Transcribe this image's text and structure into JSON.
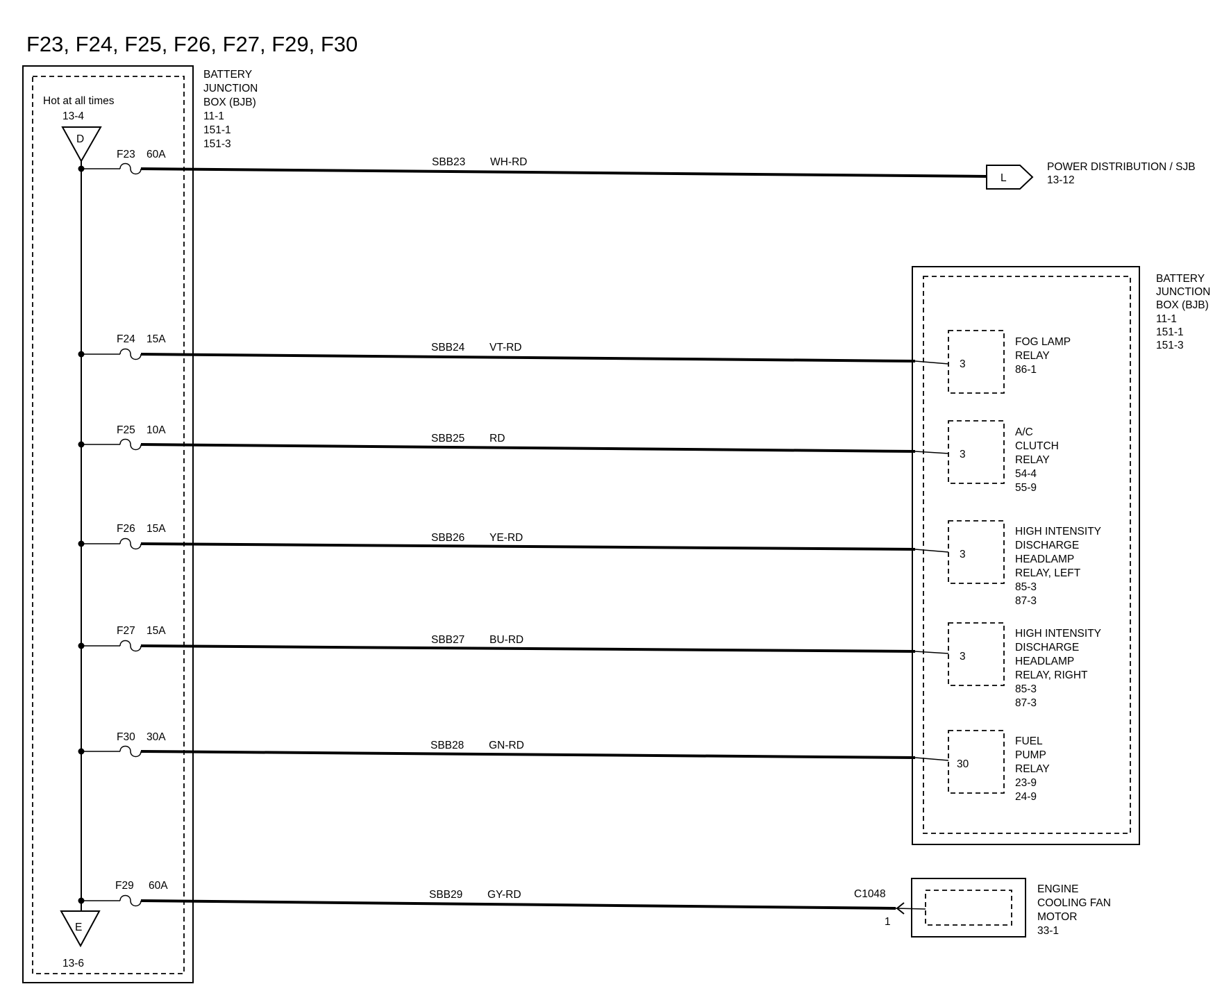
{
  "title": "F23, F24, F25, F26, F27, F29, F30",
  "left_box": {
    "name_lines": [
      "BATTERY",
      "JUNCTION",
      "BOX (BJB)",
      "11-1",
      "151-1",
      "151-3"
    ],
    "hot_label": "Hot at all times",
    "top_ref": "13-4",
    "top_connector": "D",
    "bottom_ref": "13-6",
    "bottom_connector": "E"
  },
  "circuits": [
    {
      "fuse": "F23",
      "rating": "60A",
      "circuit": "SBB23",
      "color": "WH-RD"
    },
    {
      "fuse": "F24",
      "rating": "15A",
      "circuit": "SBB24",
      "color": "VT-RD"
    },
    {
      "fuse": "F25",
      "rating": "10A",
      "circuit": "SBB25",
      "color": "RD"
    },
    {
      "fuse": "F26",
      "rating": "15A",
      "circuit": "SBB26",
      "color": "YE-RD"
    },
    {
      "fuse": "F27",
      "rating": "15A",
      "circuit": "SBB27",
      "color": "BU-RD"
    },
    {
      "fuse": "F30",
      "rating": "30A",
      "circuit": "SBB28",
      "color": "GN-RD"
    },
    {
      "fuse": "F29",
      "rating": "60A",
      "circuit": "SBB29",
      "color": "GY-RD"
    }
  ],
  "power_distribution": {
    "connector": "L",
    "name": "POWER DISTRIBUTION / SJB",
    "ref": "13-12"
  },
  "right_box": {
    "name_lines": [
      "BATTERY",
      "JUNCTION",
      "BOX (BJB)",
      "11-1",
      "151-1",
      "151-3"
    ],
    "relays": [
      {
        "pin": "3",
        "lines": [
          "FOG LAMP",
          "RELAY",
          "86-1"
        ]
      },
      {
        "pin": "3",
        "lines": [
          "A/C",
          "CLUTCH",
          "RELAY",
          "54-4",
          "55-9"
        ]
      },
      {
        "pin": "3",
        "lines": [
          "HIGH INTENSITY",
          "DISCHARGE",
          "HEADLAMP",
          "RELAY, LEFT",
          "85-3",
          "87-3"
        ]
      },
      {
        "pin": "3",
        "lines": [
          "HIGH INTENSITY",
          "DISCHARGE",
          "HEADLAMP",
          "RELAY, RIGHT",
          "85-3",
          "87-3"
        ]
      },
      {
        "pin": "30",
        "lines": [
          "FUEL",
          "PUMP",
          "RELAY",
          "23-9",
          "24-9"
        ]
      }
    ]
  },
  "fan_motor": {
    "connector": "C1048",
    "pin": "1",
    "lines": [
      "ENGINE",
      "COOLING FAN",
      "MOTOR",
      "33-1"
    ]
  }
}
